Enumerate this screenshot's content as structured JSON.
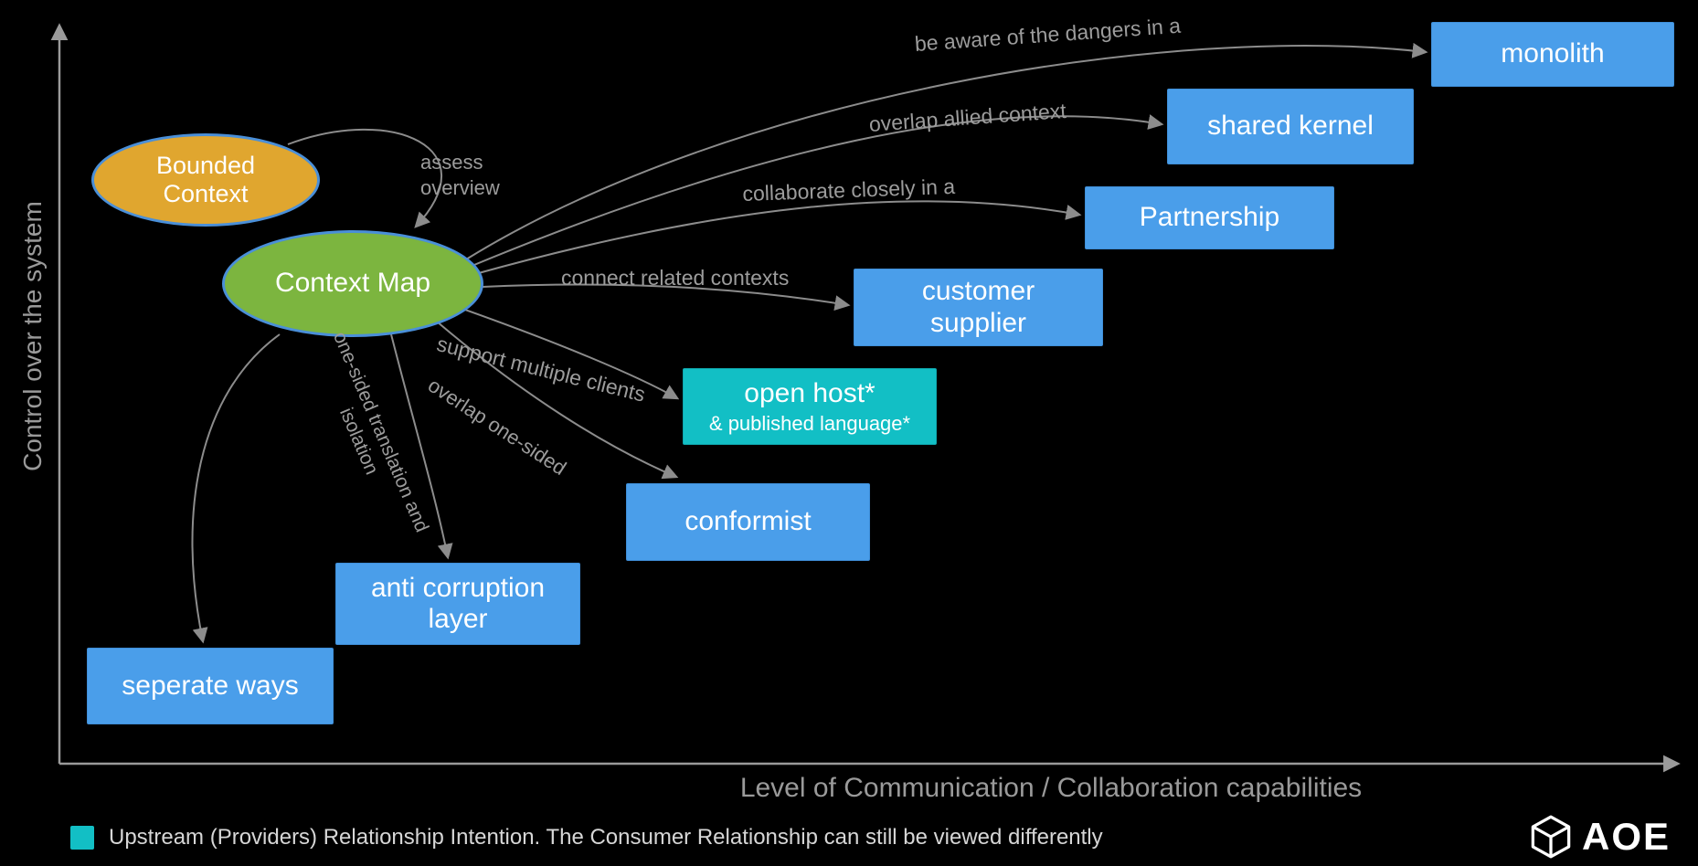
{
  "axes": {
    "y_label": "Control over the system",
    "x_label": "Level of Communication / Collaboration capabilities"
  },
  "nodes": {
    "bounded_context": {
      "label": "Bounded Context",
      "shape": "ellipse",
      "color": "#E0A62F"
    },
    "context_map": {
      "label": "Context Map",
      "shape": "ellipse",
      "color": "#7CB53F"
    },
    "monolith": {
      "label": "monolith",
      "shape": "rect",
      "color": "#4A9EEA"
    },
    "shared_kernel": {
      "label": "shared kernel",
      "shape": "rect",
      "color": "#4A9EEA"
    },
    "partnership": {
      "label": "Partnership",
      "shape": "rect",
      "color": "#4A9EEA"
    },
    "customer_supplier": {
      "label": "customer supplier",
      "shape": "rect",
      "color": "#4A9EEA"
    },
    "open_host": {
      "label": "open host*",
      "sublabel": "& published language*",
      "shape": "rect",
      "color": "#12BFC5"
    },
    "conformist": {
      "label": "conformist",
      "shape": "rect",
      "color": "#4A9EEA"
    },
    "anti_corruption_layer": {
      "label": "anti corruption layer",
      "shape": "rect",
      "color": "#4A9EEA"
    },
    "seperate_ways": {
      "label": "seperate ways",
      "shape": "rect",
      "color": "#4A9EEA"
    }
  },
  "edges": [
    {
      "from": "bounded_context",
      "to": "context_map",
      "label": "assess overview"
    },
    {
      "from": "context_map",
      "to": "monolith",
      "label": "be aware of the dangers in a"
    },
    {
      "from": "context_map",
      "to": "shared_kernel",
      "label": "overlap allied context"
    },
    {
      "from": "context_map",
      "to": "partnership",
      "label": "collaborate closely in a"
    },
    {
      "from": "context_map",
      "to": "customer_supplier",
      "label": "connect related contexts"
    },
    {
      "from": "context_map",
      "to": "open_host",
      "label": "support multiple clients"
    },
    {
      "from": "context_map",
      "to": "conformist",
      "label": "overlap one-sided"
    },
    {
      "from": "context_map",
      "to": "anti_corruption_layer",
      "label": "one-sided translation and isolation"
    },
    {
      "from": "context_map",
      "to": "seperate_ways",
      "label": ""
    }
  ],
  "legend": {
    "text": "Upstream (Providers) Relationship Intention. The Consumer Relationship can still be viewed differently",
    "swatch_color": "#12BFC5"
  },
  "logo": {
    "text": "AOE"
  },
  "colors": {
    "background": "#000000",
    "box_blue": "#4A9EEA",
    "box_teal": "#12BFC5",
    "ellipse_orange": "#E0A62F",
    "ellipse_green": "#7CB53F",
    "arrow_gray": "#8c8c8c",
    "label_gray": "#9c9c9c"
  }
}
